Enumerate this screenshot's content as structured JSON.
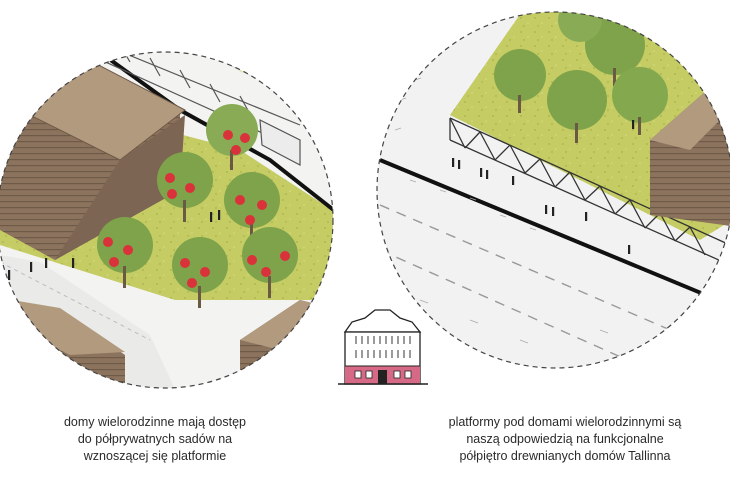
{
  "captions": {
    "left": {
      "lines": [
        "domy wielorodzinne mają dostęp",
        "do półprywatnych sadów na",
        "wznoszącej się platformie"
      ]
    },
    "right": {
      "lines": [
        "platformy pod domami wielorodzinnymi są",
        "naszą odpowiedzią na funkcjonalne",
        "półpiętro drewnianych domów Tallinna"
      ]
    }
  },
  "colors": {
    "grass": "#c8cf6a",
    "building_roof": "#b29a7e",
    "building_wall": "#8c735d",
    "tree": "#7fa34a",
    "fruit": "#d9323a",
    "house_base": "#d66a86"
  },
  "icons": {
    "center": "tallinn-wooden-house-icon"
  }
}
